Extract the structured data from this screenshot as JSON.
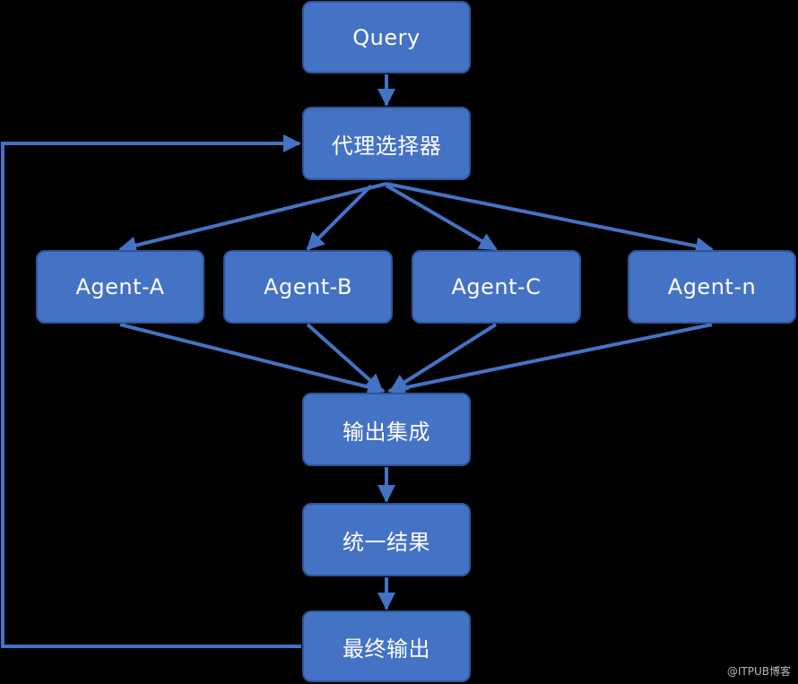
{
  "nodes": {
    "query": "Query",
    "selector": "代理选择器",
    "agent_a": "Agent-A",
    "agent_b": "Agent-B",
    "agent_c": "Agent-C",
    "agent_n": "Agent-n",
    "merge": "输出集成",
    "unified": "统一结果",
    "final": "最终输出"
  },
  "watermark": "@ITPUB博客",
  "colors": {
    "node_fill": "#4472C4",
    "node_border": "#2F5597",
    "edge": "#4472C4",
    "background": "#000000"
  }
}
